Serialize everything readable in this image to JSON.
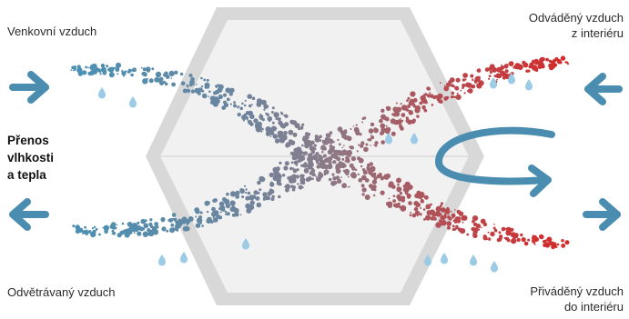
{
  "labels": {
    "outdoor_air": "Venkovní vzduch",
    "extract_air": [
      "Odváděný vzduch",
      "z interiéru"
    ],
    "exhaust_air": "Odvětrávaný vzduch",
    "supply_air": [
      "Přiváděný vzduch",
      "do interiéru"
    ],
    "transfer": [
      "Přenos",
      "vlhkosti",
      "a tepla"
    ]
  },
  "colors": {
    "cold": "#4a90b4",
    "warm": "#d42a2a",
    "mix": "#8c7a88",
    "arrow": "#4a8db0",
    "hex_frame": "#d6d6d6",
    "hex_fill": "#f0f0f0",
    "drop": "#9ccbe6"
  },
  "icons": [
    "arrow-in-left-icon",
    "arrow-out-left-icon",
    "arrow-in-right-icon",
    "arrow-out-right-icon",
    "curved-arrow-icon",
    "water-drop-icon"
  ]
}
